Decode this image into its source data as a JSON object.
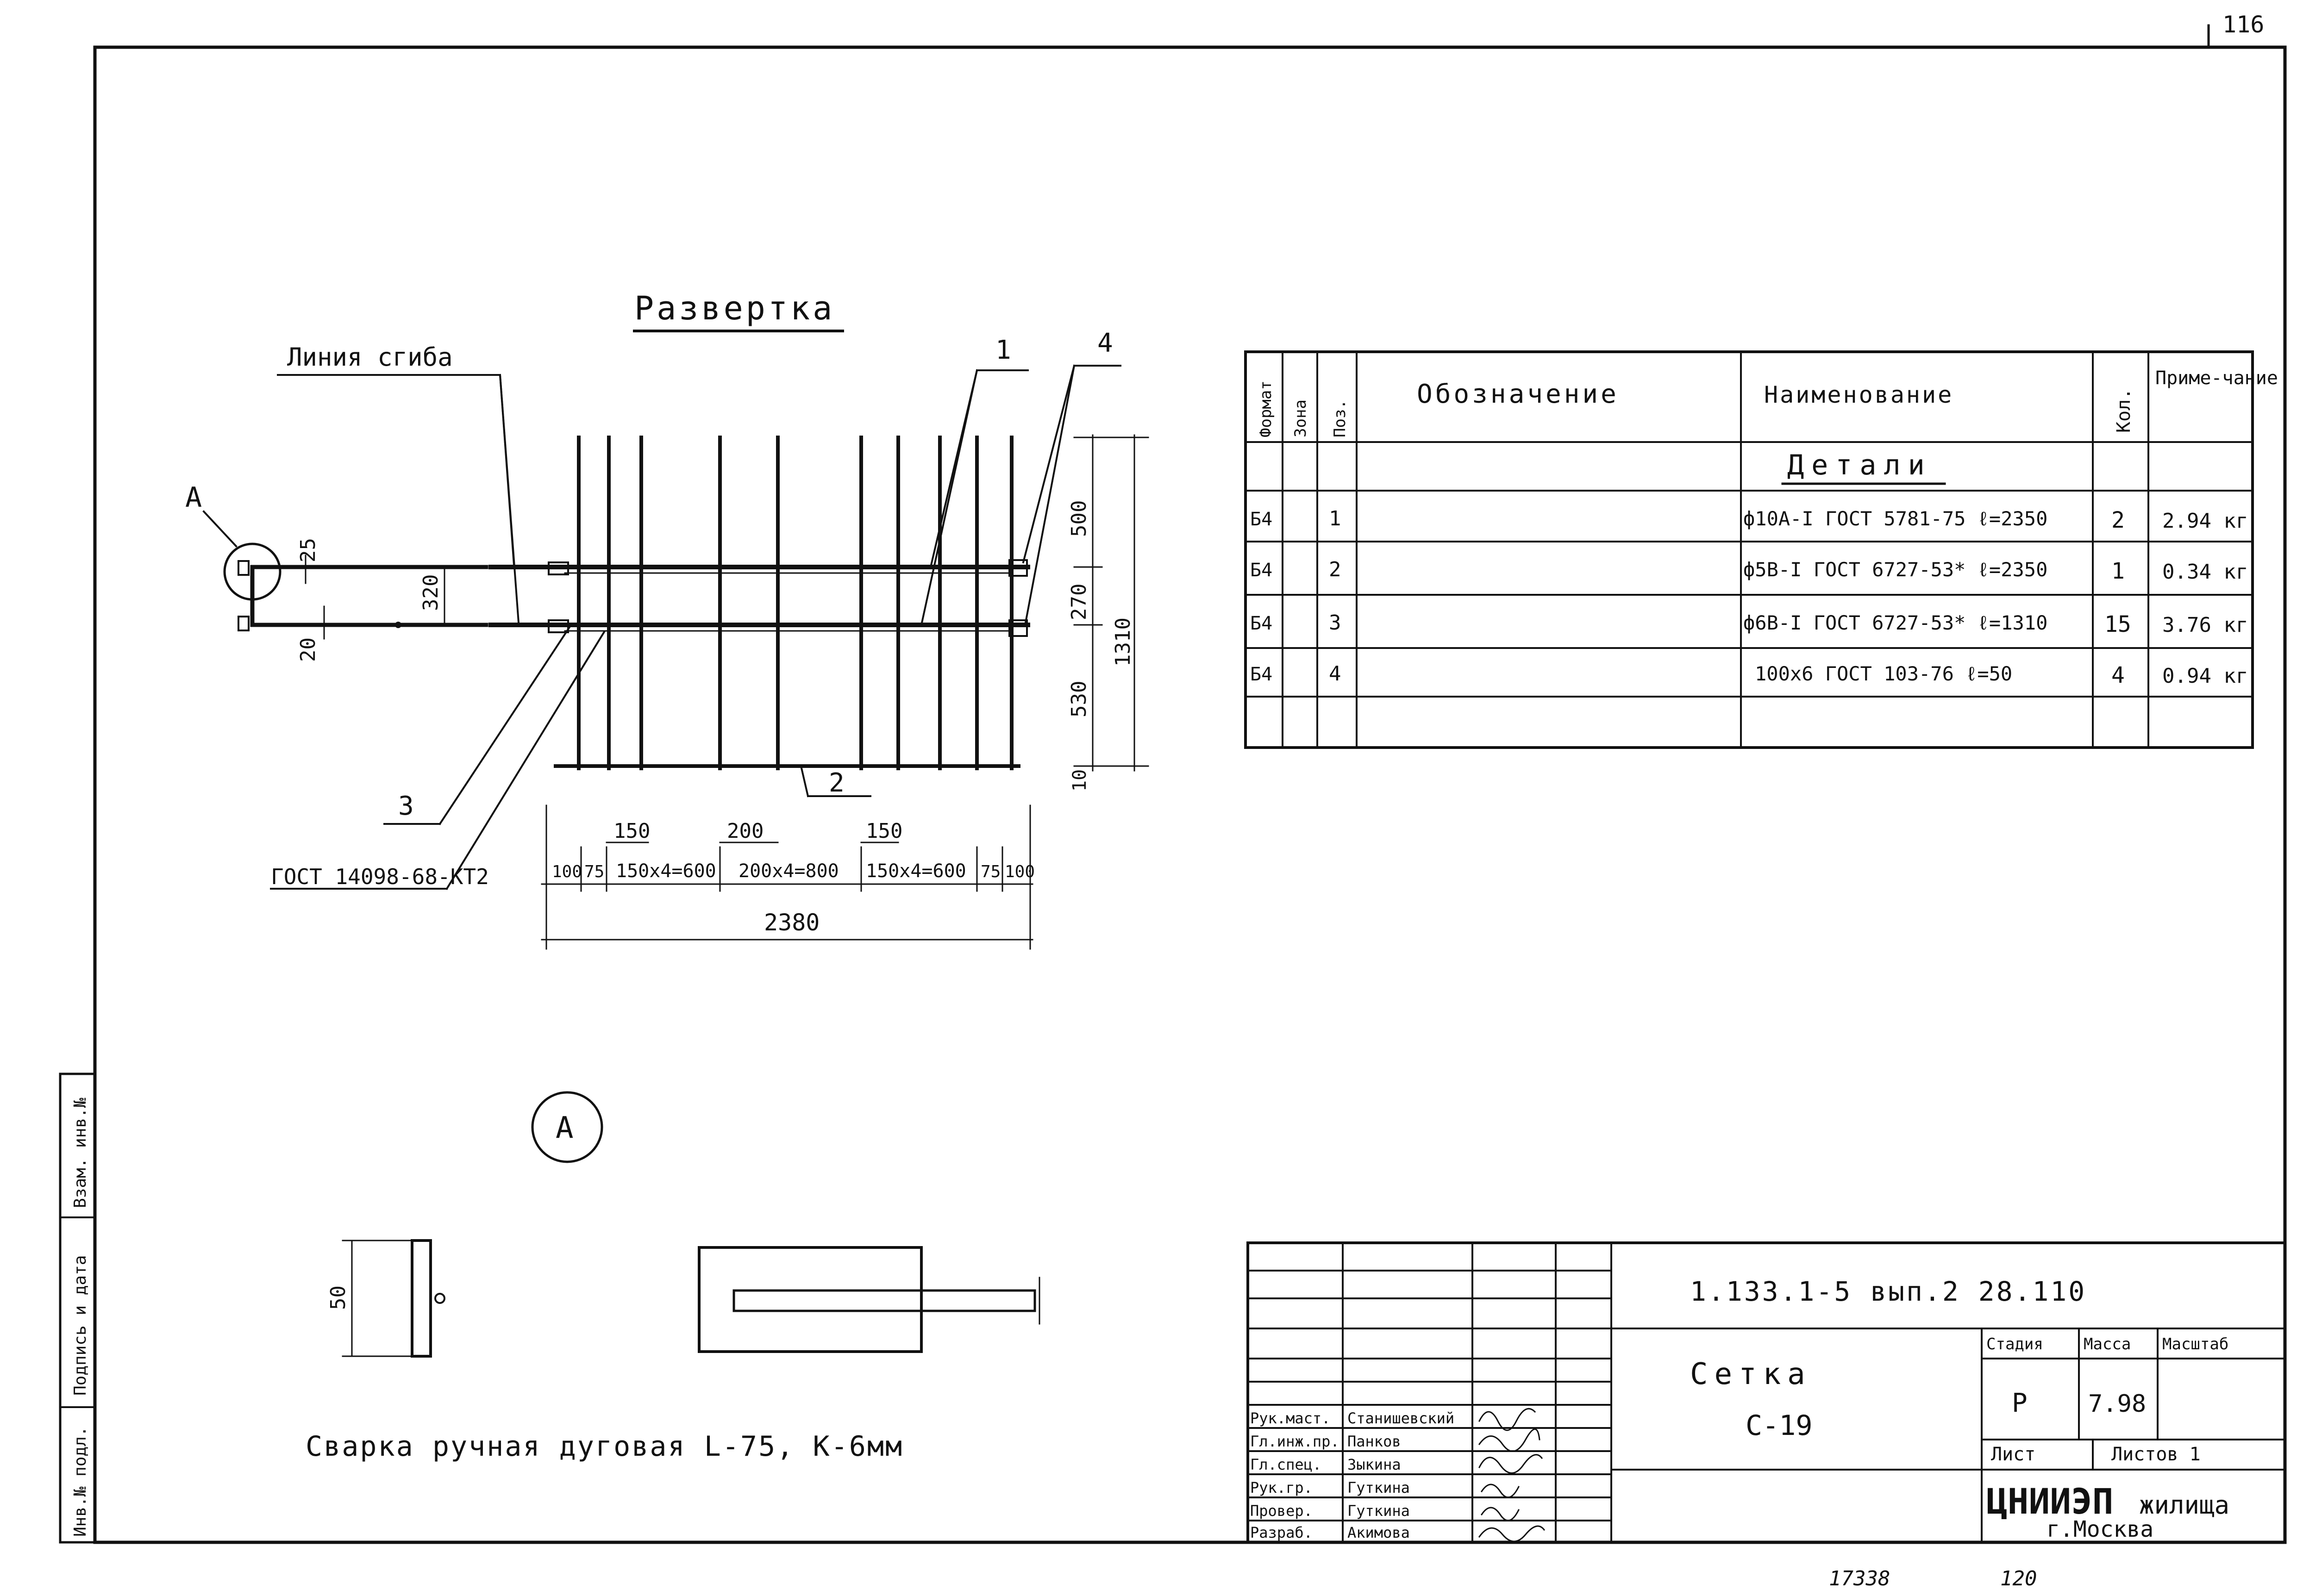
{
  "colors": {
    "ink": "#111111",
    "paper": "#ffffff"
  },
  "corner_mark": "116",
  "development": {
    "title": "Развертка",
    "bend_line_label": "Линия сгиба",
    "section_mark": "А",
    "welding_note": "ГОСТ 14098-68-КТ2",
    "dims": {
      "d25": "25",
      "d320": "320",
      "d20": "20",
      "d500": "500",
      "d270": "270",
      "d530": "530",
      "d1310": "1310",
      "d10": "10",
      "d150a": "150",
      "d200": "200",
      "d150b": "150",
      "d100a": "100",
      "d75a": "75",
      "seg1": "150x4=600",
      "seg2": "200x4=800",
      "seg3": "150x4=600",
      "d75b": "75",
      "d100b": "100",
      "total": "2380"
    },
    "positions": {
      "p1": "1",
      "p2": "2",
      "p3": "3",
      "p4": "4"
    }
  },
  "spec": {
    "headers": {
      "format": "Формат",
      "zone": "Зона",
      "pos": "Поз.",
      "designation": "Обозначение",
      "name": "Наименование",
      "qty": "Кол.",
      "note": "Приме-чание"
    },
    "section": "Детали",
    "rows": [
      {
        "format": "Б4",
        "pos": "1",
        "name": "ф10А-I  ГОСТ 5781-75  ℓ=2350",
        "qty": "2",
        "note": "2.94 кг"
      },
      {
        "format": "Б4",
        "pos": "2",
        "name": "ф5В-I  ГОСТ 6727-53*  ℓ=2350",
        "qty": "1",
        "note": "0.34 кг"
      },
      {
        "format": "Б4",
        "pos": "3",
        "name": "ф6В-I  ГОСТ 6727-53*  ℓ=1310",
        "qty": "15",
        "note": "3.76 кг"
      },
      {
        "format": "Б4",
        "pos": "4",
        "name": "100x6  ГОСТ 103-76  ℓ=50",
        "qty": "4",
        "note": "0.94 кг"
      }
    ]
  },
  "detail": {
    "label": "А",
    "dim50": "50",
    "welding_text": "Сварка ручная дуговая  L-75,  К-6мм"
  },
  "side_stamp": {
    "inv": "Инв.№ подл.",
    "sign": "Подпись и дата",
    "vzam": "Взам. инв.№"
  },
  "title_block": {
    "code": "1.133.1-5  вып.2  28.110",
    "item_name": "Сетка",
    "item_code": "С-19",
    "stage_header": "Стадия",
    "mass_header": "Масса",
    "scale_header": "Масштаб",
    "stage": "Р",
    "mass": "7.98",
    "sheet_label": "Лист",
    "sheets_label": "Листов 1",
    "org": "ЦНИИЭП",
    "org_sub": "жилища",
    "city": "г.Москва",
    "people": [
      {
        "role": "Рук.маст.",
        "name": "Станишевский"
      },
      {
        "role": "Гл.инж.пр.",
        "name": "Панков"
      },
      {
        "role": "Гл.спец.",
        "name": "Зыкина"
      },
      {
        "role": "Рук.гр.",
        "name": "Гуткина"
      },
      {
        "role": "Провер.",
        "name": "Гуткина"
      },
      {
        "role": "Разраб.",
        "name": "Акимова"
      }
    ]
  },
  "bottom_numbers": {
    "left": "17338",
    "right": "120"
  }
}
